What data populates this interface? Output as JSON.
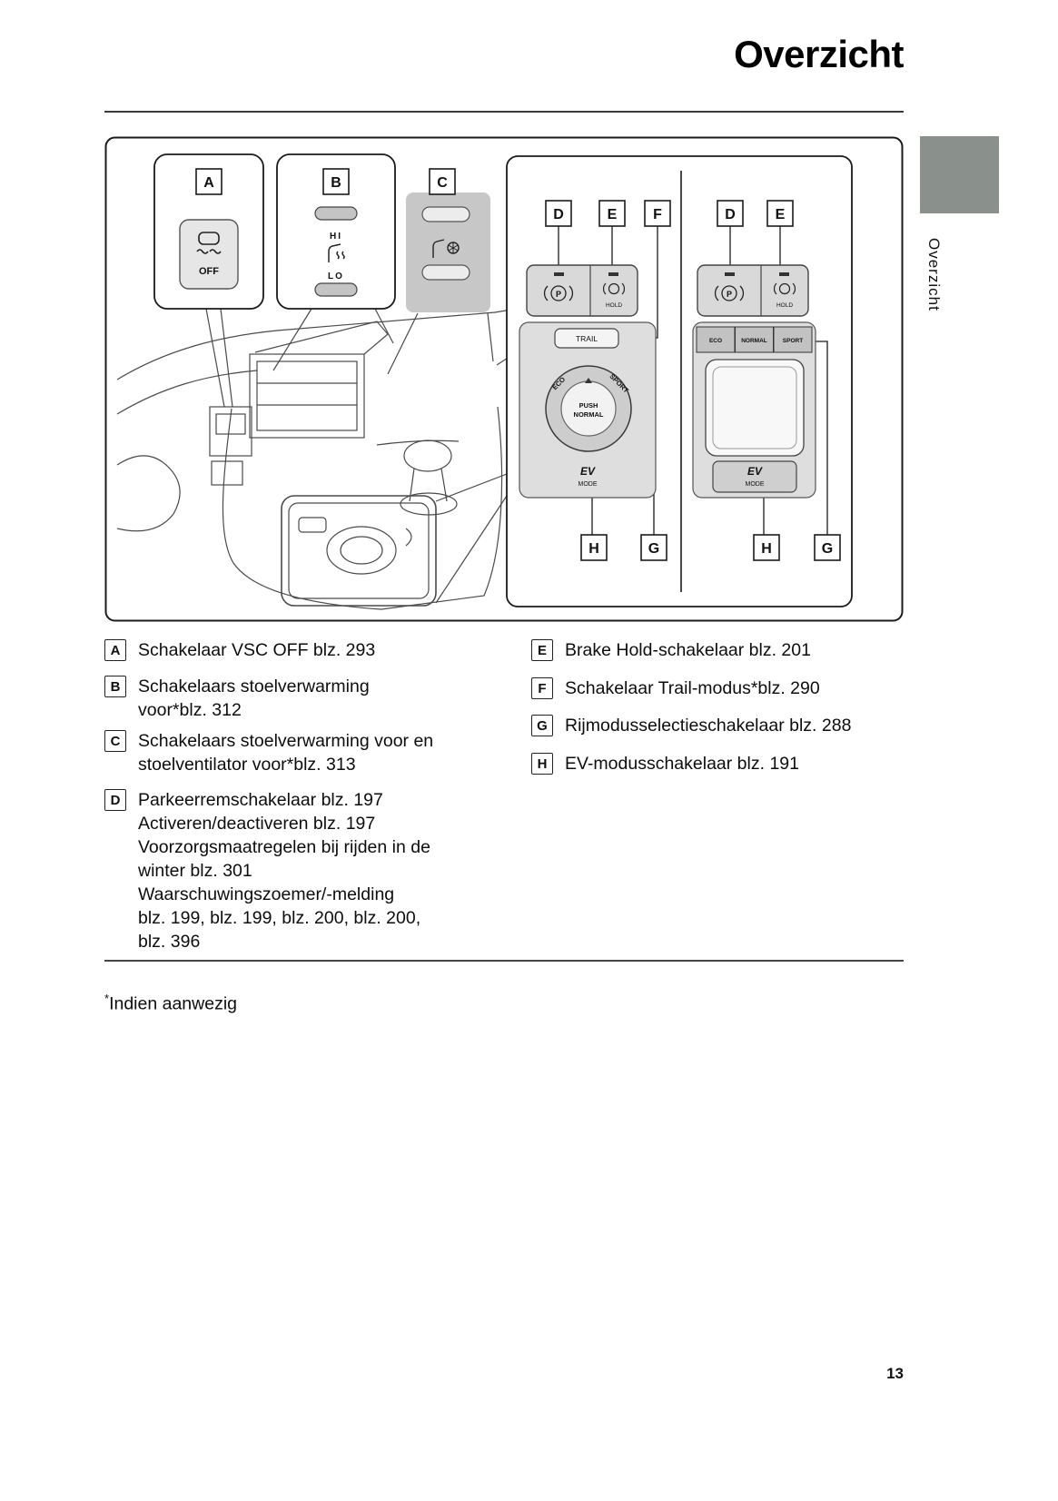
{
  "page": {
    "title": "Overzicht",
    "side_tab_label": "Overzicht",
    "page_number": "13",
    "footnote_marker": "*",
    "footnote_text": "Indien aanwezig"
  },
  "figure": {
    "labels": {
      "A": "A",
      "B": "B",
      "C": "C",
      "D": "D",
      "E": "E",
      "F": "F",
      "G": "G",
      "H": "H"
    },
    "switches": {
      "vsc_off": "OFF",
      "hi": "HI",
      "lo": "LO",
      "p": "P",
      "hold": "HOLD",
      "trail": "TRAIL",
      "eco": "ECO",
      "normal": "NORMAL",
      "sport": "SPORT",
      "push": "PUSH",
      "push_line2": "NORMAL",
      "ev": "EV",
      "mode": "MODE"
    }
  },
  "legend": {
    "left": [
      {
        "key": "A",
        "lines": [
          "Schakelaar VSC OFF blz. 293"
        ]
      },
      {
        "key": "B",
        "lines": [
          "Schakelaars stoelverwarming",
          "voor*blz. 312"
        ]
      },
      {
        "key": "C",
        "lines": [
          "Schakelaars stoelverwarming voor en",
          "stoelventilator voor*blz. 313"
        ]
      },
      {
        "key": "D",
        "lines": [
          "Parkeerremschakelaar blz. 197",
          "Activeren/deactiveren blz. 197",
          "Voorzorgsmaatregelen bij rijden in de",
          "winter blz. 301",
          "Waarschuwingszoemer/-melding",
          "blz. 199, blz. 199, blz. 200, blz. 200,",
          "blz. 396"
        ]
      }
    ],
    "right": [
      {
        "key": "E",
        "lines": [
          "Brake Hold-schakelaar blz. 201"
        ]
      },
      {
        "key": "F",
        "lines": [
          "Schakelaar Trail-modus*blz. 290"
        ]
      },
      {
        "key": "G",
        "lines": [
          "Rijmodusselectieschakelaar blz. 288"
        ]
      },
      {
        "key": "H",
        "lines": [
          "EV-modusschakelaar blz. 191"
        ]
      }
    ]
  },
  "colors": {
    "tab_gray": "#8a908c",
    "panel_gray": "#dedede"
  }
}
